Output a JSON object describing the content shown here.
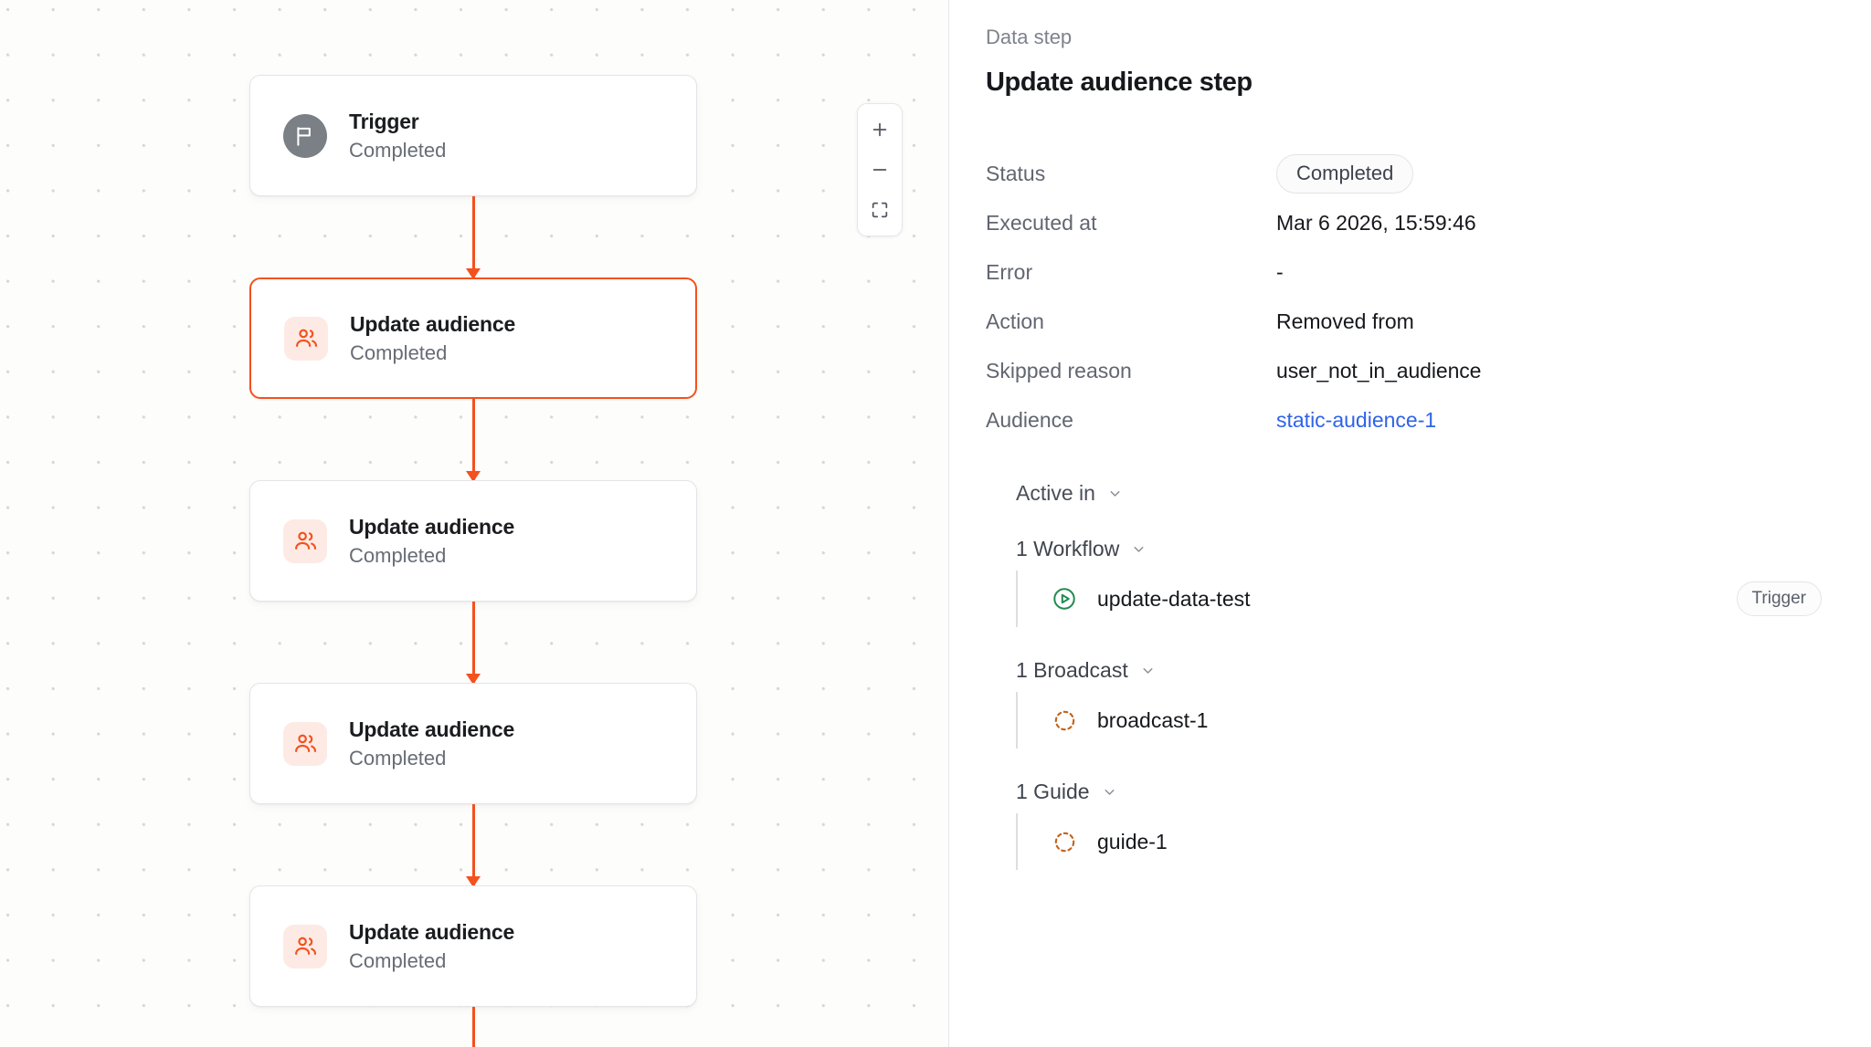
{
  "canvas": {
    "zoom_controls": {
      "zoom_in_label": "+",
      "zoom_out_label": "−",
      "fit_view_label": "Fit view",
      "icons": [
        "plus-icon",
        "minus-icon",
        "fit-view-icon"
      ]
    },
    "nodes": [
      {
        "title": "Trigger",
        "status": "Completed",
        "icon": "flag-icon",
        "selected": false
      },
      {
        "title": "Update audience",
        "status": "Completed",
        "icon": "users-icon",
        "selected": true
      },
      {
        "title": "Update audience",
        "status": "Completed",
        "icon": "users-icon",
        "selected": false
      },
      {
        "title": "Update audience",
        "status": "Completed",
        "icon": "users-icon",
        "selected": false
      },
      {
        "title": "Update audience",
        "status": "Completed",
        "icon": "users-icon",
        "selected": false
      }
    ],
    "connector_color": "#f4511e"
  },
  "panel": {
    "kicker": "Data step",
    "title": "Update audience step",
    "rows": [
      {
        "key": "Status",
        "value": "Completed",
        "type": "pill"
      },
      {
        "key": "Executed at",
        "value": "Mar 6 2026, 15:59:46",
        "type": "text"
      },
      {
        "key": "Error",
        "value": "-",
        "type": "text"
      },
      {
        "key": "Action",
        "value": "Removed from",
        "type": "text"
      },
      {
        "key": "Skipped reason",
        "value": "user_not_in_audience",
        "type": "text"
      },
      {
        "key": "Audience",
        "value": "static-audience-1",
        "type": "link"
      }
    ],
    "active_in": {
      "label": "Active in",
      "groups": [
        {
          "label": "1 Workflow",
          "items": [
            {
              "name": "update-data-test",
              "icon": "play-circle-icon",
              "badge": "Trigger"
            }
          ]
        },
        {
          "label": "1 Broadcast",
          "items": [
            {
              "name": "broadcast-1",
              "icon": "dashed-circle-icon",
              "badge": ""
            }
          ]
        },
        {
          "label": "1 Guide",
          "items": [
            {
              "name": "guide-1",
              "icon": "dashed-circle-icon",
              "badge": ""
            }
          ]
        }
      ]
    }
  },
  "colors": {
    "accent": "#f4511e",
    "link": "#2f63e8",
    "workflow_icon": "#1f8a4c",
    "dashed_icon": "#c2631a",
    "trigger_icon_bg": "#7a8085",
    "audience_icon_bg": "#fdeae4"
  }
}
